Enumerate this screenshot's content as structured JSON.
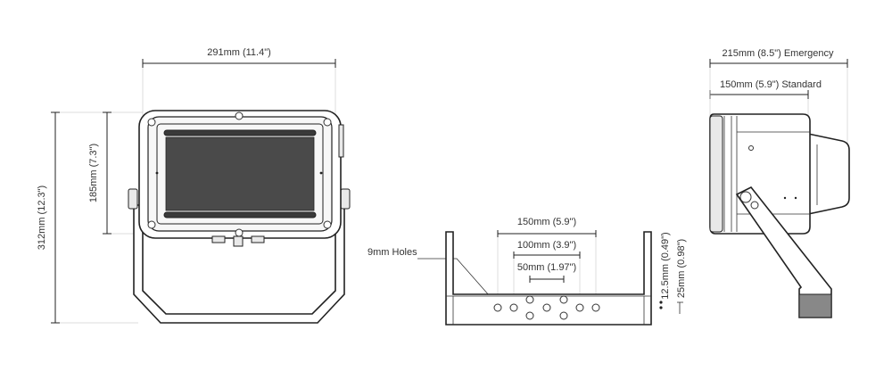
{
  "front_view": {
    "width_label": "291mm (11.4\")",
    "height_label": "312mm (12.3\")",
    "lens_height_label": "185mm (7.3\")"
  },
  "bracket_view": {
    "holes_label": "9mm Holes",
    "spacing_150_label": "150mm (5.9\")",
    "spacing_100_label": "100mm (3.9\")",
    "spacing_50_label": "50mm (1.97\")",
    "offset_12_label": "12.5mm (0.49\")",
    "offset_25_label": "25mm (0.98\")"
  },
  "side_view": {
    "emergency_label": "215mm (8.5\") Emergency",
    "standard_label": "150mm (5.9\") Standard"
  },
  "colors": {
    "line": "#222222",
    "lens": "#3a3a3a",
    "text": "#333333"
  }
}
